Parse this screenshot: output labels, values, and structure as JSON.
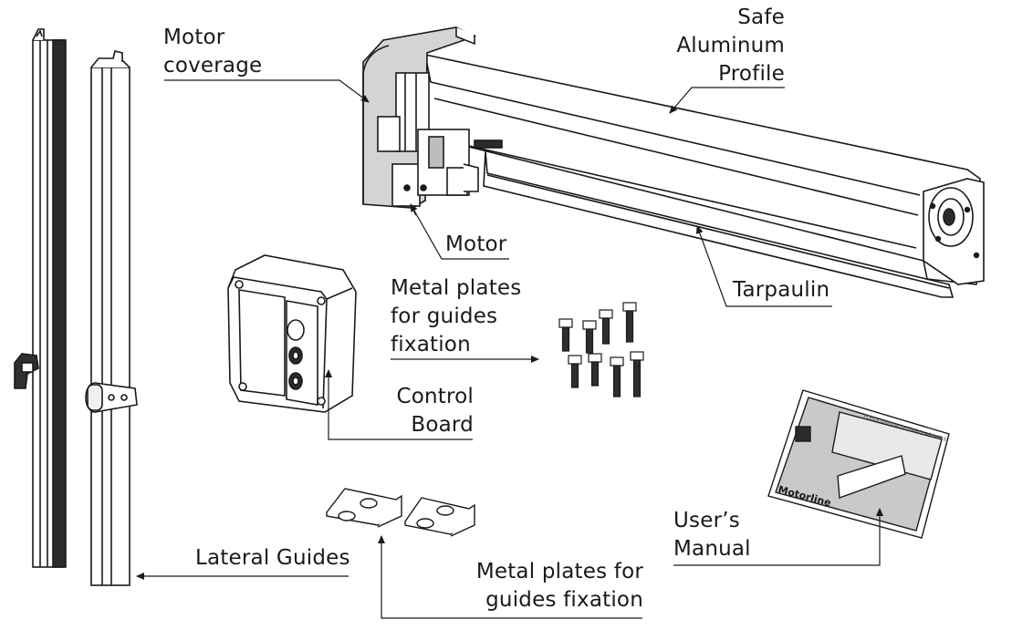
{
  "labels": {
    "motor_coverage": [
      "Motor",
      "coverage"
    ],
    "safe_aluminum_profile": [
      "Safe",
      "Aluminum",
      "Profile"
    ],
    "motor": "Motor",
    "tarpaulin": "Tarpaulin",
    "metal_plates_top": [
      "Metal plates",
      "for guides",
      "fixation"
    ],
    "control_board": [
      "Control",
      "Board"
    ],
    "users_manual": [
      "User’s",
      "Manual"
    ],
    "lateral_guides": "Lateral Guides",
    "metal_plates_bottom": [
      "Metal plates for",
      "guides fixation"
    ]
  },
  "manual_cover": {
    "brand": "Motorline",
    "title": "PORTA RÁPIDA DE ENROLAR MF18"
  },
  "colors": {
    "line": "#1a1a1a",
    "part_fill": "#ffffff",
    "shade": "#d4d4d4",
    "dark": "#3a3a3a"
  }
}
